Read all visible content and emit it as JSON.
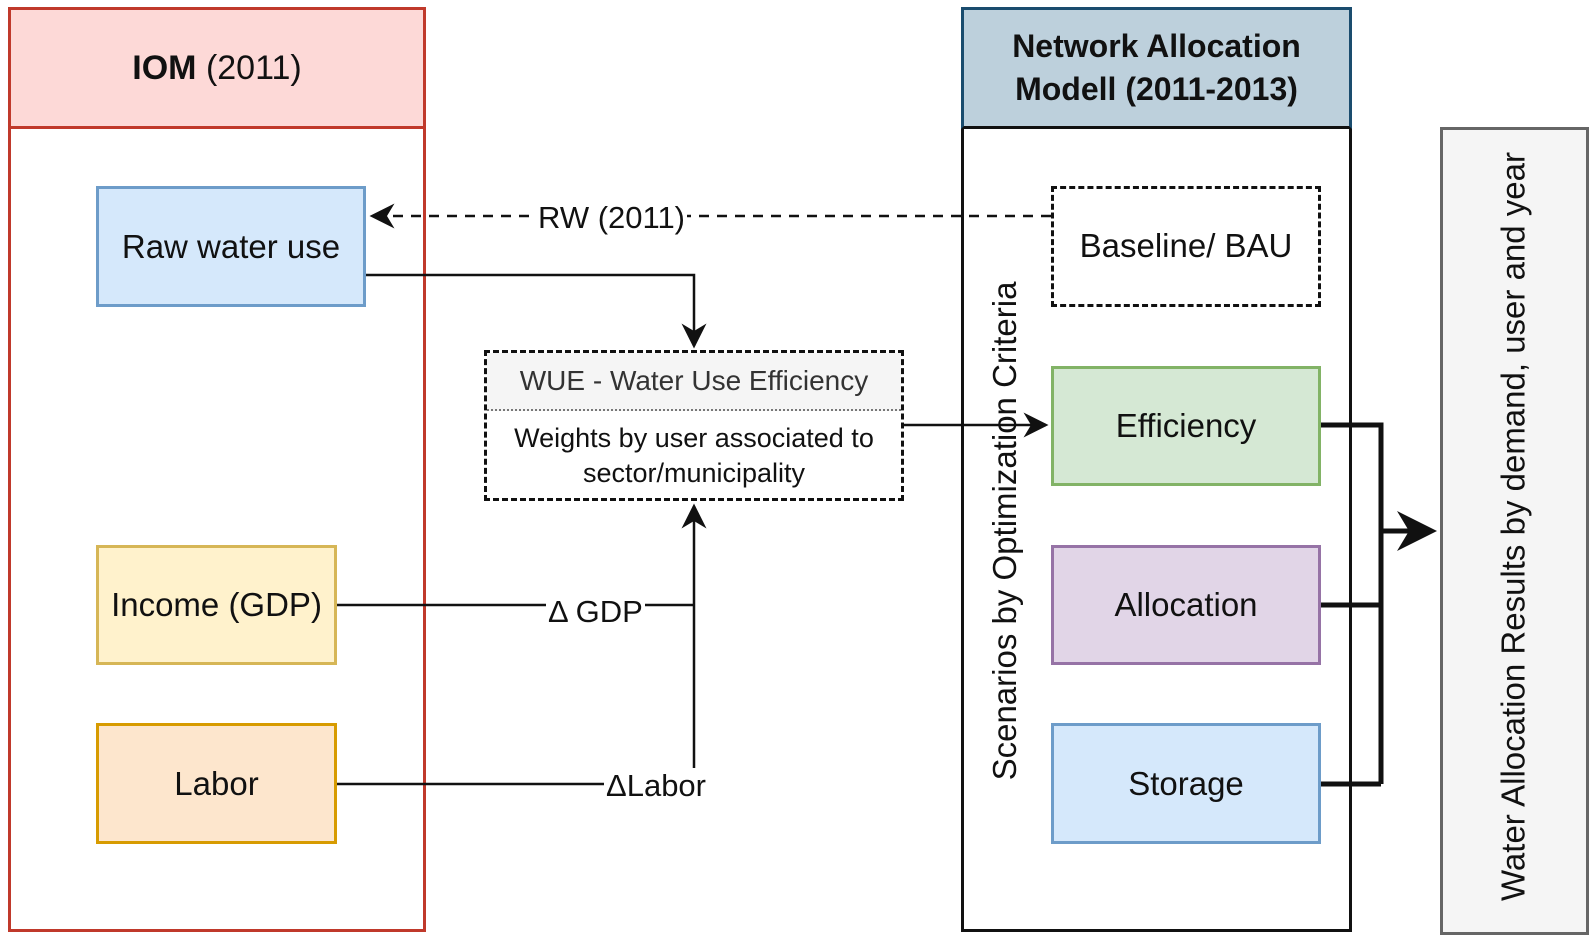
{
  "iom": {
    "title_bold": "IOM",
    "title_rest": " (2011)"
  },
  "network": {
    "title": "Network Allocation Modell (2011-2013)"
  },
  "nodes": {
    "raw_water": "Raw water use",
    "income": "Income (GDP)",
    "labor": "Labor",
    "wue_title": "WUE - Water Use Efficiency",
    "wue_body": "Weights by user associated to sector/municipality",
    "baseline": "Baseline/ BAU",
    "efficiency": "Efficiency",
    "allocation": "Allocation",
    "storage": "Storage",
    "scenarios": "Scenarios by Optimization Criteria",
    "results": "Water Allocation Results by demand, user and year"
  },
  "edges": {
    "rw": "RW (2011)",
    "gdp": "Δ GDP",
    "labor": "ΔLabor"
  }
}
